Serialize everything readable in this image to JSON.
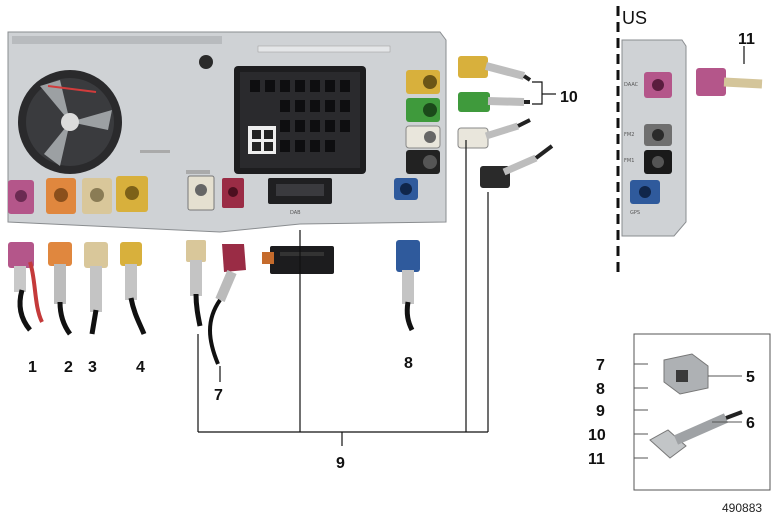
{
  "labels": {
    "n1": "1",
    "n2": "2",
    "n3": "3",
    "n4": "4",
    "n7_left": "7",
    "n8_left": "8",
    "n9_bottom": "9",
    "n10_top": "10",
    "n11_top": "11",
    "legend_7": "7",
    "legend_8": "8",
    "legend_9": "9",
    "legend_10": "10",
    "legend_11": "11",
    "legend_5": "5",
    "legend_6": "6"
  },
  "region_label": "US",
  "module_labels": {
    "daac": "DAAC",
    "fm2": "FM2",
    "fm1": "FM1",
    "gps": "GPS",
    "dab": "DAB"
  },
  "reference_number": "490883",
  "colors": {
    "violet": "#b4568a",
    "orange": "#e0873e",
    "beige": "#d9c79a",
    "curry": "#d8b03c",
    "bordeaux": "#9a2c45",
    "green": "#3f9a3c",
    "white": "#e9e6dc",
    "black": "#222222",
    "blue": "#2f5a9c",
    "housing": "#cfd2d5",
    "frame": "#555555"
  }
}
